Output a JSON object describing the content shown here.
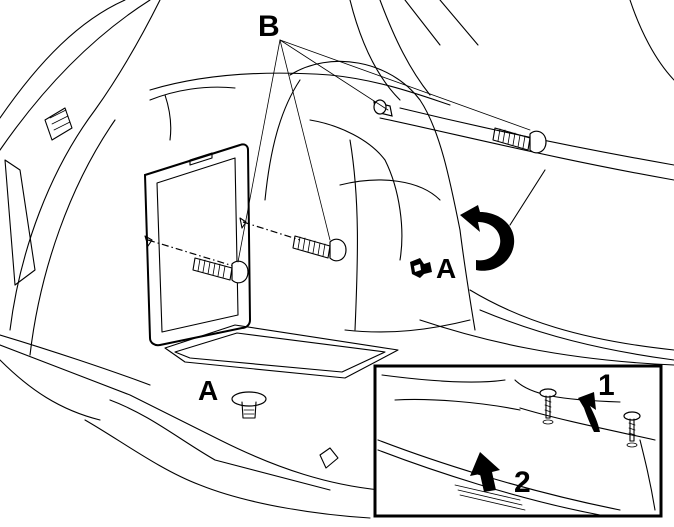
{
  "labels": {
    "B": "B",
    "A_right": "A",
    "A_floor": "A",
    "step1": "1",
    "step2": "2"
  },
  "icons": {
    "bolt": "bolt-icon",
    "push_clip": "push-clip-icon",
    "curved_arrow": "curved-arrow-icon",
    "up_arrow": "up-arrow-icon"
  }
}
